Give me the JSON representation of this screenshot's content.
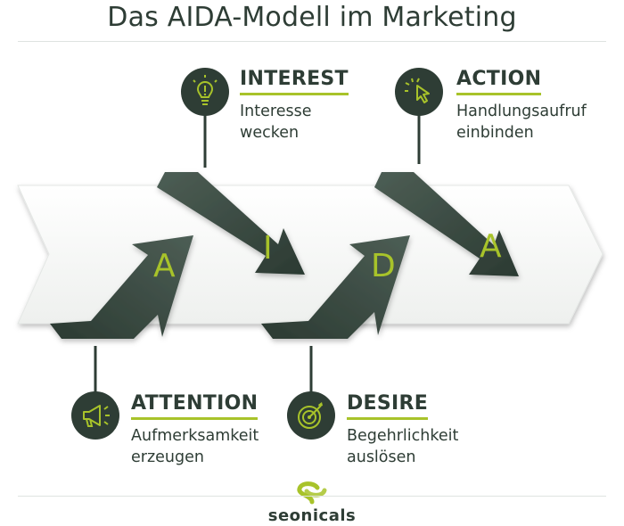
{
  "title": "Das AIDA-Modell im Marketing",
  "letters": {
    "attention": "A",
    "interest": "I",
    "desire": "D",
    "action": "A"
  },
  "steps": {
    "attention": {
      "heading": "ATTENTION",
      "text": "Aufmerksamkeit\nerzeugen",
      "icon": "megaphone-icon"
    },
    "interest": {
      "heading": "INTEREST",
      "text": "Interesse\nwecken",
      "icon": "lightbulb-icon"
    },
    "desire": {
      "heading": "DESIRE",
      "text": "Begehrlichkeit\nauslösen",
      "icon": "target-icon"
    },
    "action": {
      "heading": "ACTION",
      "text": "Handlungsaufruf\neinbinden",
      "icon": "cursor-click-icon"
    }
  },
  "logo": {
    "text": "seonicals"
  },
  "colors": {
    "dark": "#2e3d35",
    "accent": "#a8c32a",
    "band": "#f4f5f4"
  }
}
